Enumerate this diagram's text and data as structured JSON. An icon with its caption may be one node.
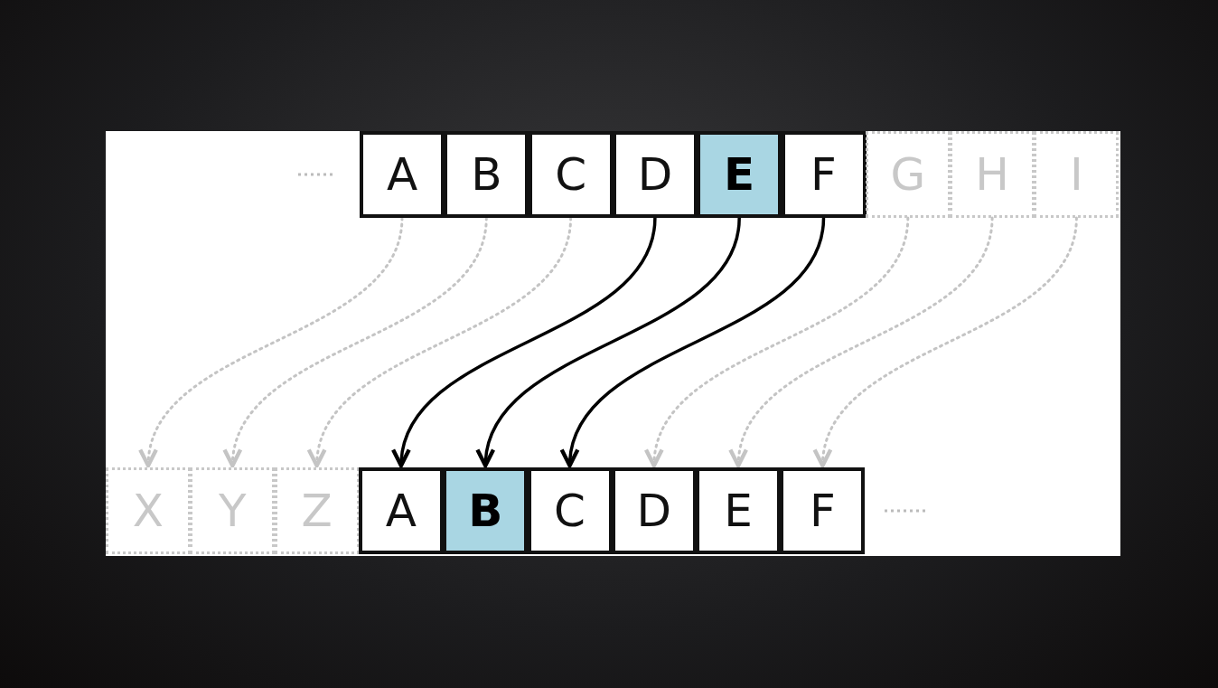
{
  "diagram": {
    "nodes": [
      {
        "text": [
          "A"
        ]
      },
      {
        "text": [
          "B"
        ]
      },
      {
        "text": [
          "C"
        ]
      },
      {
        "text": [
          "D"
        ]
      },
      {
        "text": [
          "E"
        ]
      },
      {
        "text": [
          "F"
        ]
      },
      {
        "text": [
          "G"
        ]
      },
      {
        "text": [
          "H"
        ]
      },
      {
        "text": [
          "I"
        ]
      },
      {
        "text": [
          "X"
        ]
      },
      {
        "text": [
          "Y"
        ]
      },
      {
        "text": [
          "Z"
        ]
      },
      {
        "text": [
          "A"
        ]
      },
      {
        "text": [
          "B"
        ]
      },
      {
        "text": [
          "C"
        ]
      },
      {
        "text": [
          "D"
        ]
      },
      {
        "text": [
          "E"
        ]
      },
      {
        "text": [
          "F"
        ]
      }
    ],
    "edges": [
      {
        "from": 0,
        "to": 9,
        "arrow": "to",
        "style": "dashed",
        "color": "#c4c4c4"
      },
      {
        "from": 1,
        "to": 10,
        "arrow": "to",
        "style": "dashed",
        "color": "#c4c4c4"
      },
      {
        "from": 2,
        "to": 11,
        "arrow": "to",
        "style": "dashed",
        "color": "#c4c4c4"
      },
      {
        "from": 3,
        "to": 12,
        "arrow": "to",
        "color": "#000000"
      },
      {
        "from": 4,
        "to": 13,
        "arrow": "to",
        "color": "#000000"
      },
      {
        "from": 5,
        "to": 14,
        "arrow": "to",
        "color": "#000000"
      },
      {
        "from": 6,
        "to": 15,
        "arrow": "to",
        "style": "dashed",
        "color": "#c4c4c4"
      },
      {
        "from": 7,
        "to": 16,
        "arrow": "to",
        "style": "dashed",
        "color": "#c4c4c4"
      },
      {
        "from": 8,
        "to": 17,
        "arrow": "to",
        "style": "dashed",
        "color": "#c4c4c4"
      }
    ]
  }
}
